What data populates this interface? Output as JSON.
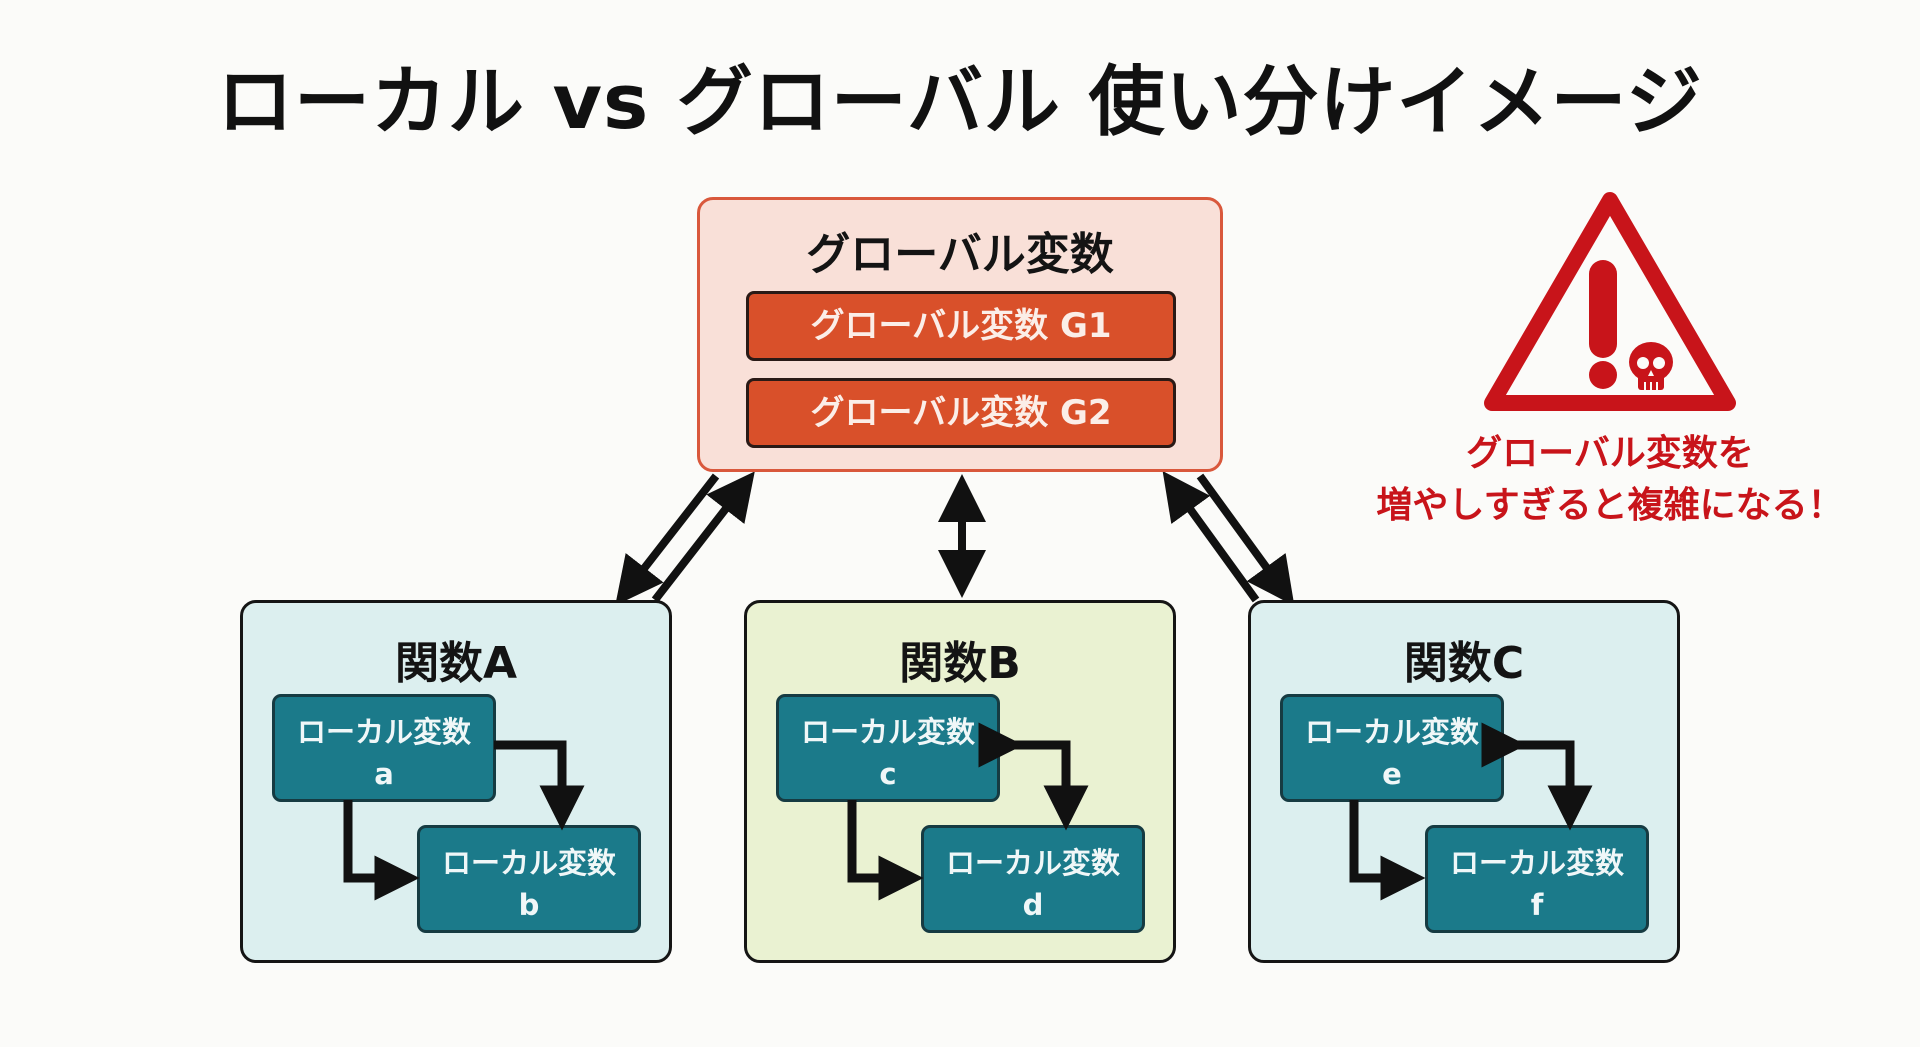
{
  "title": "ローカル vs グローバル 使い分けイメージ",
  "global": {
    "heading": "グローバル変数",
    "variables": [
      "グローバル変数 G1",
      "グローバル変数 G2"
    ]
  },
  "functions": [
    {
      "name": "関数A",
      "locals": [
        {
          "label": "ローカル変数",
          "var": "a"
        },
        {
          "label": "ローカル変数",
          "var": "b"
        }
      ],
      "local_link": "one-way"
    },
    {
      "name": "関数B",
      "locals": [
        {
          "label": "ローカル変数",
          "var": "c"
        },
        {
          "label": "ローカル変数",
          "var": "d"
        }
      ],
      "local_link": "two-way"
    },
    {
      "name": "関数C",
      "locals": [
        {
          "label": "ローカル変数",
          "var": "e"
        },
        {
          "label": "ローカル変数",
          "var": "f"
        }
      ],
      "local_link": "two-way"
    }
  ],
  "warning": {
    "icon": "warning-triangle-skull-icon",
    "line1": "グローバル変数を",
    "line2": "増やしすぎると複雑になる！"
  },
  "colors": {
    "global_border": "#d9583c",
    "global_fill": "#f9e0d8",
    "global_var": "#d9502a",
    "local_var": "#1b7a8a",
    "warning": "#c8141a"
  }
}
